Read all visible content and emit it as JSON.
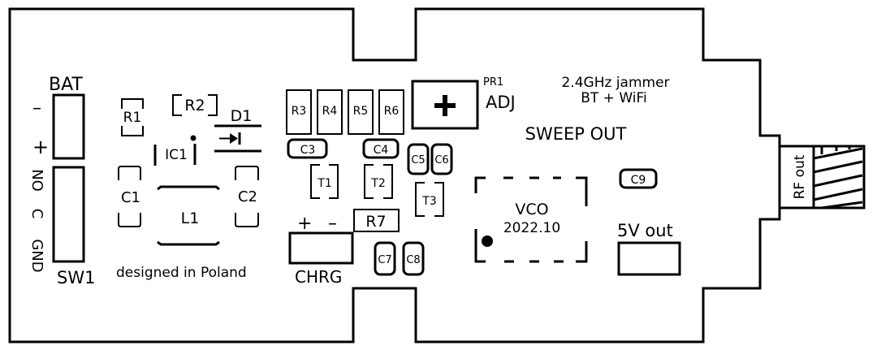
{
  "board": {
    "left_connectors": [
      "BAT",
      "SW1"
    ],
    "bat_pins": [
      "–",
      "+"
    ],
    "sw_pins": [
      "NO",
      "C",
      "GND"
    ],
    "credit": "designed in Poland",
    "title_line1": "2.4GHz jammer",
    "title_line2": "BT + WiFi",
    "sweep": "SWEEP OUT",
    "pr_ref": "PR1",
    "adj": "ADJ",
    "vco": "VCO",
    "year": "2022.10",
    "five_v": "5V out",
    "rf_out": "RF out",
    "chrg": "CHRG",
    "chrg_plus": "+",
    "chrg_minus": "–"
  },
  "components": {
    "r1": "R1",
    "r2": "R2",
    "r3": "R3",
    "r4": "R4",
    "r5": "R5",
    "r6": "R6",
    "r7": "R7",
    "d1": "D1",
    "ic1": "IC1",
    "l1": "L1",
    "c1": "C1",
    "c2": "C2",
    "c3": "C3",
    "c4": "C4",
    "c5": "C5",
    "c6": "C6",
    "c7": "C7",
    "c8": "C8",
    "c9": "C9",
    "t1": "T1",
    "t2": "T2",
    "t3": "T3"
  }
}
